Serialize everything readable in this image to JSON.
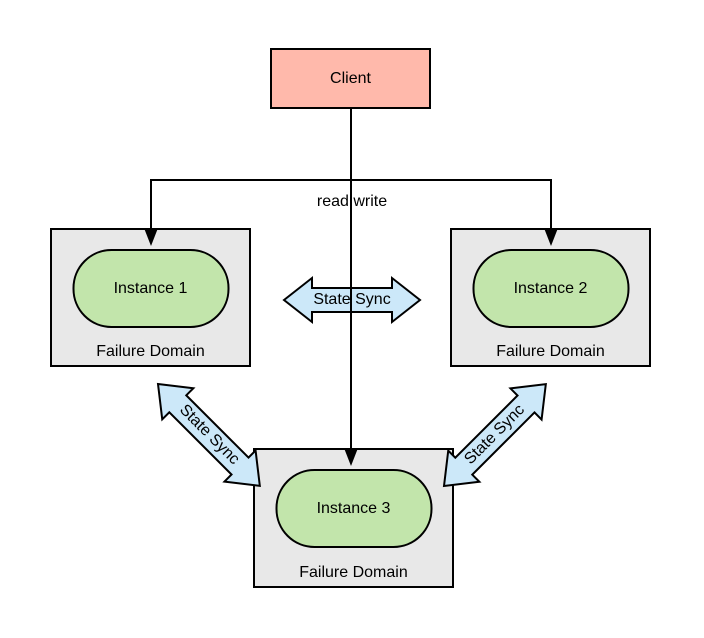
{
  "diagram": {
    "client": {
      "label": "Client"
    },
    "edge_label": "read write",
    "failure_domains": [
      {
        "label": "Failure Domain",
        "instance_label": "Instance 1"
      },
      {
        "label": "Failure Domain",
        "instance_label": "Instance 2"
      },
      {
        "label": "Failure Domain",
        "instance_label": "Instance 3"
      }
    ],
    "sync_arrows": [
      {
        "label": "State Sync"
      },
      {
        "label": "State Sync"
      },
      {
        "label": "State Sync"
      }
    ],
    "colors": {
      "client_fill": "#ffb9ab",
      "instance_fill": "#c2e5ab",
      "sync_arrow_fill": "#cce8f9",
      "domain_fill": "#e8e8e8",
      "outline": "#000000",
      "background": "#ffffff"
    }
  }
}
